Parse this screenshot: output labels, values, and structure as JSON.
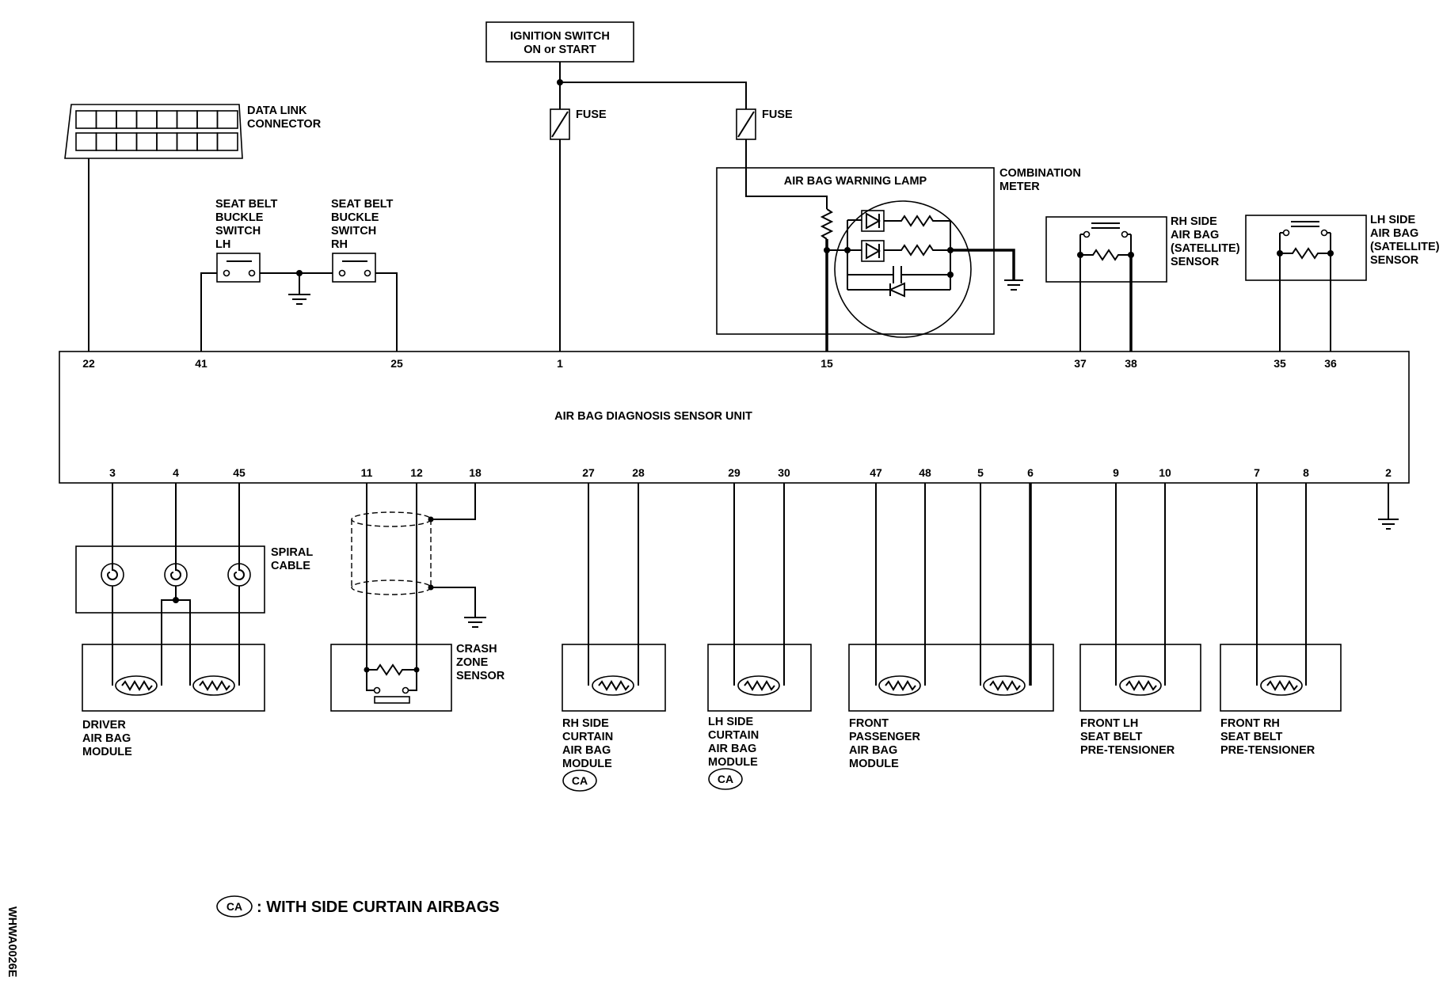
{
  "components": {
    "ignition_switch": [
      "IGNITION SWITCH",
      "ON or START"
    ],
    "fuse_left": "FUSE",
    "fuse_right": "FUSE",
    "data_link_connector": [
      "DATA LINK",
      "CONNECTOR"
    ],
    "seat_belt_switch_lh": [
      "SEAT BELT",
      "BUCKLE",
      "SWITCH",
      "LH"
    ],
    "seat_belt_switch_rh": [
      "SEAT BELT",
      "BUCKLE",
      "SWITCH",
      "RH"
    ],
    "air_bag_warning_lamp": "AIR BAG WARNING LAMP",
    "combination_meter": [
      "COMBINATION",
      "METER"
    ],
    "rh_side_satellite_sensor": [
      "RH SIDE",
      "AIR BAG",
      "(SATELLITE)",
      "SENSOR"
    ],
    "lh_side_satellite_sensor": [
      "LH SIDE",
      "AIR BAG",
      "(SATELLITE)",
      "SENSOR"
    ],
    "diagnosis_sensor_unit": "AIR BAG DIAGNOSIS SENSOR UNIT",
    "spiral_cable": [
      "SPIRAL",
      "CABLE"
    ],
    "crash_zone_sensor": [
      "CRASH",
      "ZONE",
      "SENSOR"
    ],
    "driver_air_bag_module": [
      "DRIVER",
      "AIR BAG",
      "MODULE"
    ],
    "rh_side_curtain_module": [
      "RH SIDE",
      "CURTAIN",
      "AIR BAG",
      "MODULE"
    ],
    "lh_side_curtain_module": [
      "LH SIDE",
      "CURTAIN",
      "AIR BAG",
      "MODULE"
    ],
    "front_passenger_module": [
      "FRONT",
      "PASSENGER",
      "AIR BAG",
      "MODULE"
    ],
    "front_lh_pretensioner": [
      "FRONT LH",
      "SEAT BELT",
      "PRE-TENSIONER"
    ],
    "front_rh_pretensioner": [
      "FRONT RH",
      "SEAT BELT",
      "PRE-TENSIONER"
    ]
  },
  "pins_top": [
    "22",
    "41",
    "25",
    "1",
    "15",
    "37",
    "38",
    "35",
    "36"
  ],
  "pins_bottom": [
    "3",
    "4",
    "45",
    "11",
    "12",
    "18",
    "27",
    "28",
    "29",
    "30",
    "47",
    "48",
    "5",
    "6",
    "9",
    "10",
    "7",
    "8",
    "2"
  ],
  "ca_badge": "CA",
  "legend": {
    "badge": "CA",
    "text": ": WITH SIDE CURTAIN AIRBAGS"
  },
  "figure_code": "WHWA0026E"
}
